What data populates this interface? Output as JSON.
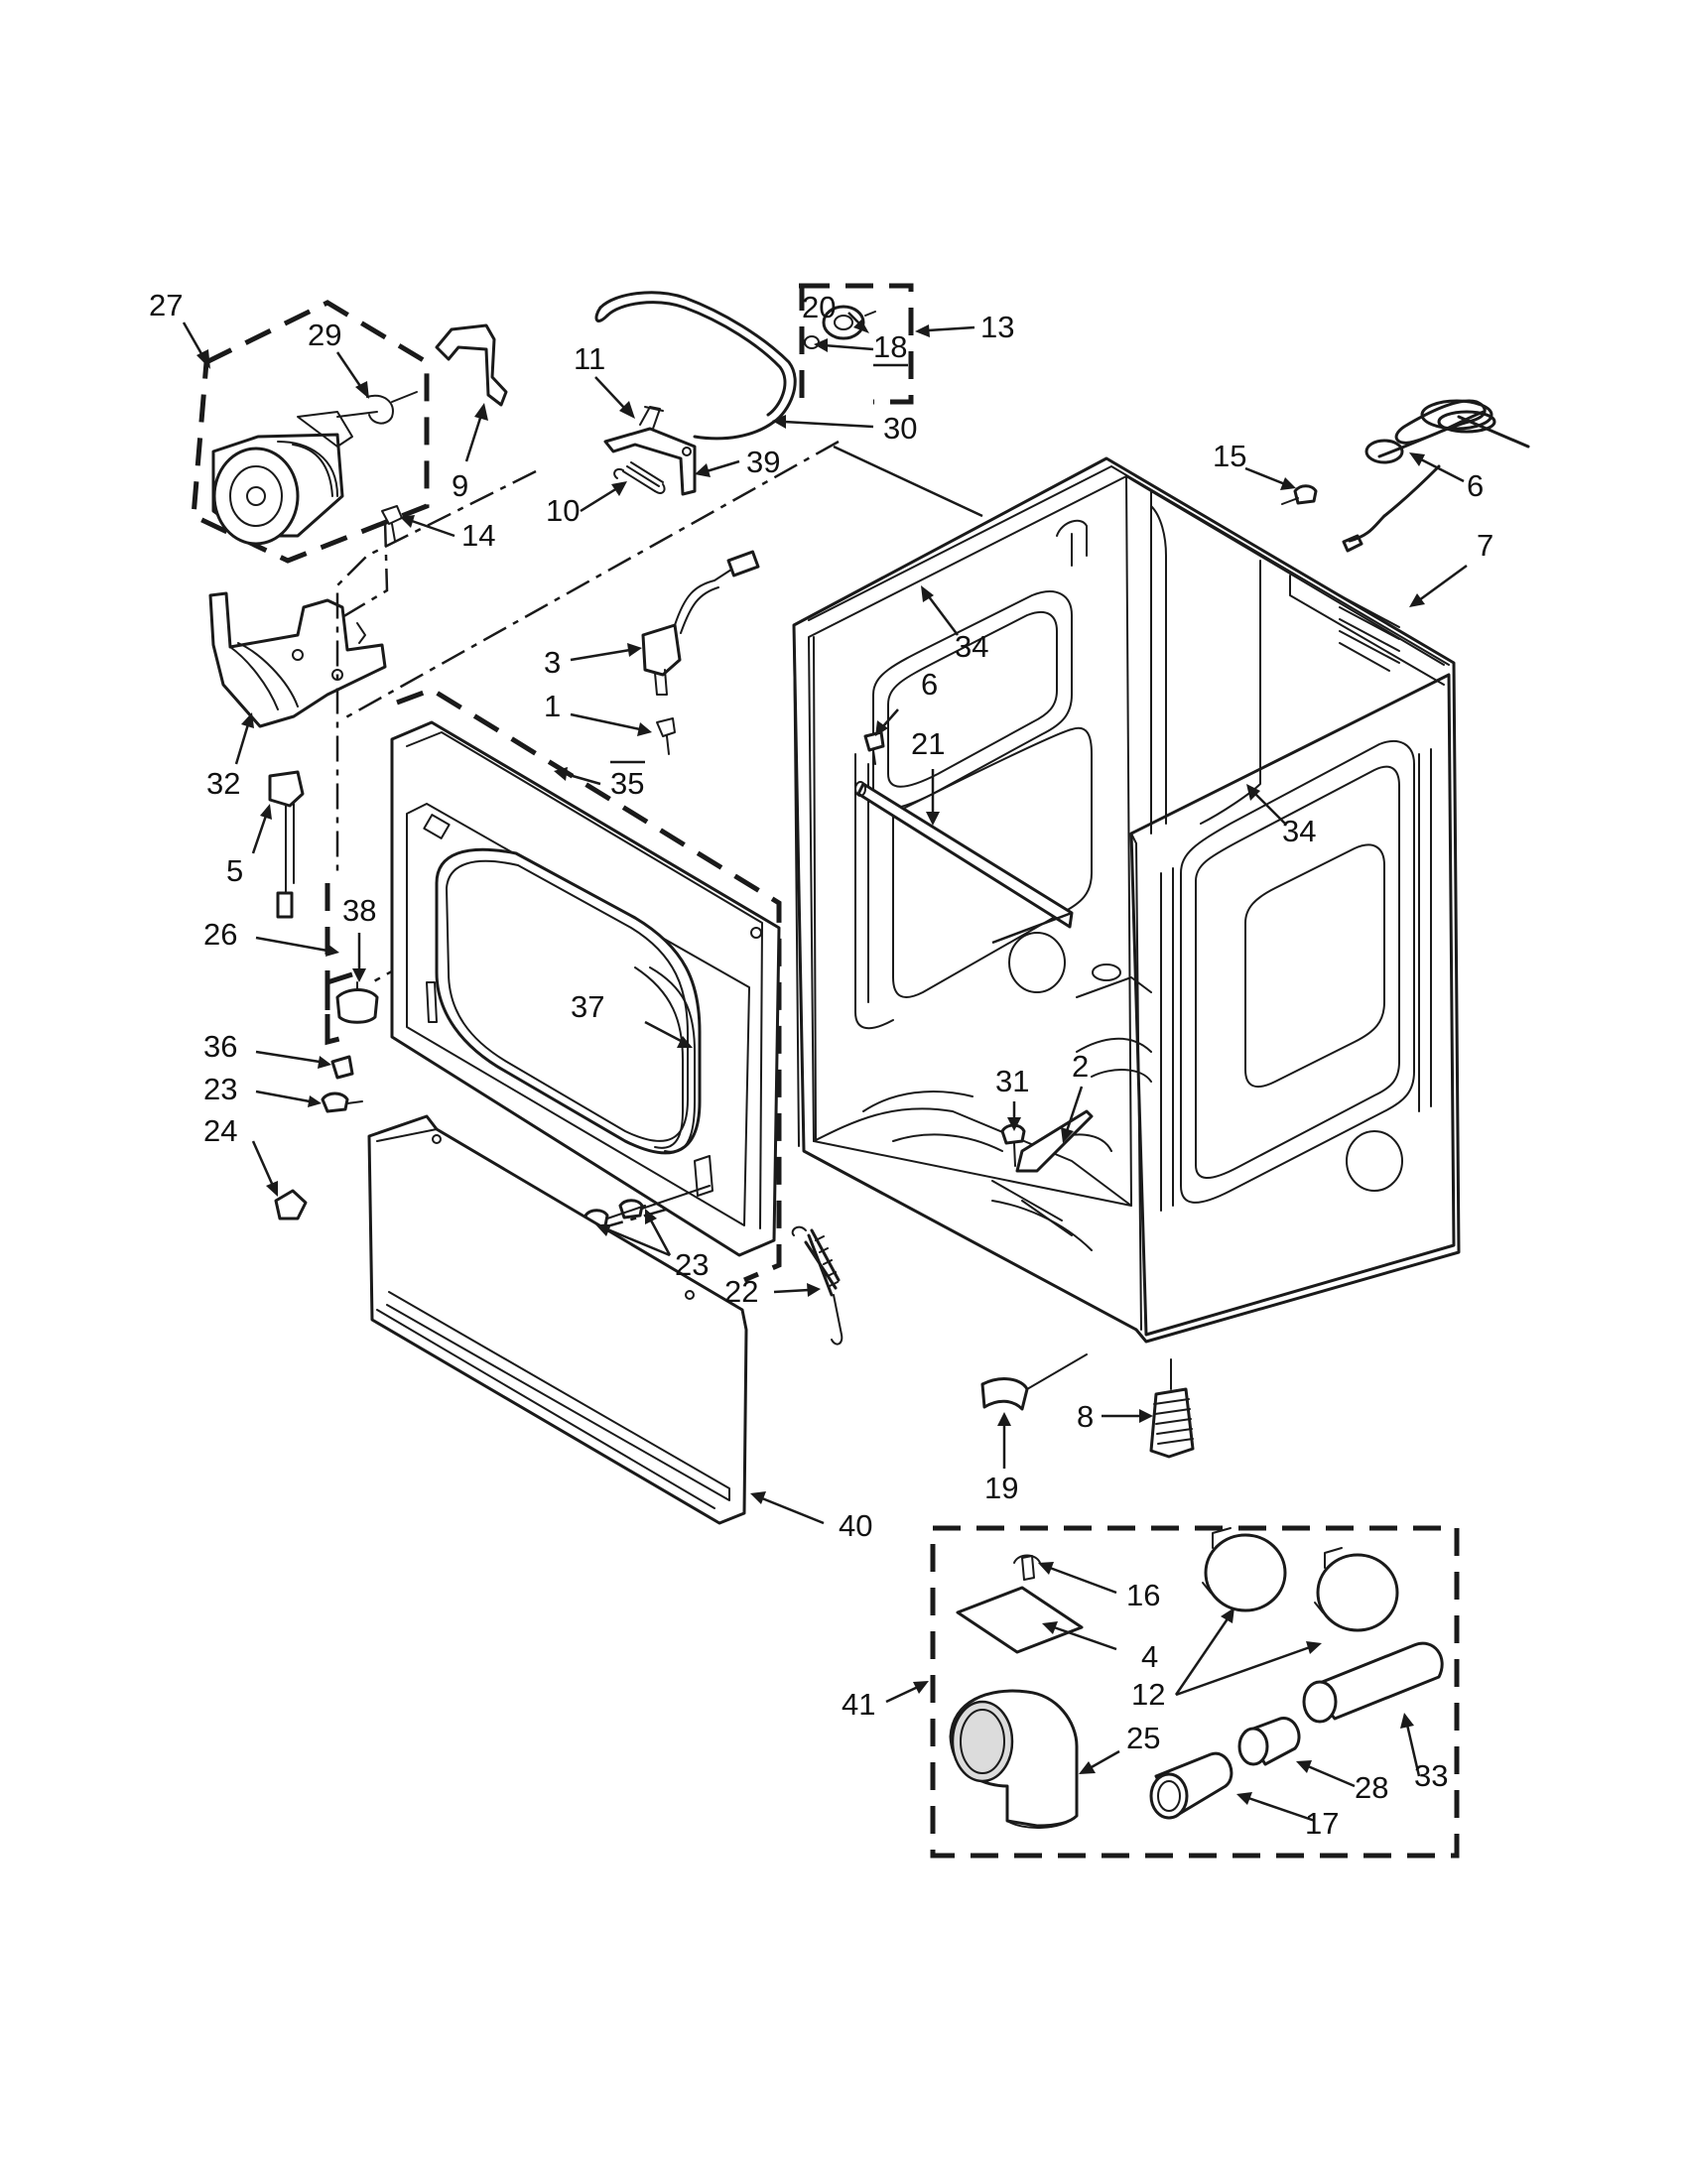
{
  "callouts": [
    {
      "id": "27",
      "text": "27"
    },
    {
      "id": "29",
      "text": "29"
    },
    {
      "id": "9",
      "text": "9"
    },
    {
      "id": "11",
      "text": "11"
    },
    {
      "id": "20",
      "text": "20"
    },
    {
      "id": "18",
      "text": "18"
    },
    {
      "id": "13",
      "text": "13"
    },
    {
      "id": "30",
      "text": "30"
    },
    {
      "id": "39",
      "text": "39"
    },
    {
      "id": "10",
      "text": "10"
    },
    {
      "id": "14",
      "text": "14"
    },
    {
      "id": "15",
      "text": "15"
    },
    {
      "id": "6a",
      "text": "6"
    },
    {
      "id": "7",
      "text": "7"
    },
    {
      "id": "34a",
      "text": "34"
    },
    {
      "id": "3",
      "text": "3"
    },
    {
      "id": "1",
      "text": "1"
    },
    {
      "id": "35",
      "text": "35"
    },
    {
      "id": "6b",
      "text": "6"
    },
    {
      "id": "21",
      "text": "21"
    },
    {
      "id": "34b",
      "text": "34"
    },
    {
      "id": "32",
      "text": "32"
    },
    {
      "id": "5",
      "text": "5"
    },
    {
      "id": "38",
      "text": "38"
    },
    {
      "id": "26",
      "text": "26"
    },
    {
      "id": "37",
      "text": "37"
    },
    {
      "id": "36",
      "text": "36"
    },
    {
      "id": "23a",
      "text": "23"
    },
    {
      "id": "24",
      "text": "24"
    },
    {
      "id": "31",
      "text": "31"
    },
    {
      "id": "2",
      "text": "2"
    },
    {
      "id": "23b",
      "text": "23"
    },
    {
      "id": "22",
      "text": "22"
    },
    {
      "id": "8",
      "text": "8"
    },
    {
      "id": "19",
      "text": "19"
    },
    {
      "id": "40",
      "text": "40"
    },
    {
      "id": "16",
      "text": "16"
    },
    {
      "id": "4",
      "text": "4"
    },
    {
      "id": "12",
      "text": "12"
    },
    {
      "id": "41",
      "text": "41"
    },
    {
      "id": "25",
      "text": "25"
    },
    {
      "id": "28",
      "text": "28"
    },
    {
      "id": "33",
      "text": "33"
    },
    {
      "id": "17",
      "text": "17"
    }
  ]
}
